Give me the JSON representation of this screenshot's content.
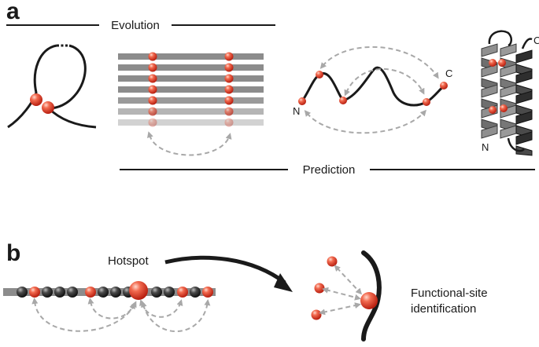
{
  "panel_a": {
    "letter": "a",
    "evolution_label": "Evolution",
    "prediction_label": "Prediction",
    "terminus_n": "N",
    "terminus_c": "C",
    "helix_terminus_n": "N",
    "helix_terminus_c": "C"
  },
  "panel_b": {
    "letter": "b",
    "hotspot_label": "Hotspot",
    "functional_label_line1": "Functional-site",
    "functional_label_line2": "identification"
  },
  "colors": {
    "residue_red": "#e8412c",
    "residue_dark": "#2b2b2b",
    "alignment_gray": "#8c8c8c",
    "arrow_gray": "#a8a8a8",
    "helix_light": "#8f8f8f",
    "helix_dark": "#2e2e2e"
  }
}
